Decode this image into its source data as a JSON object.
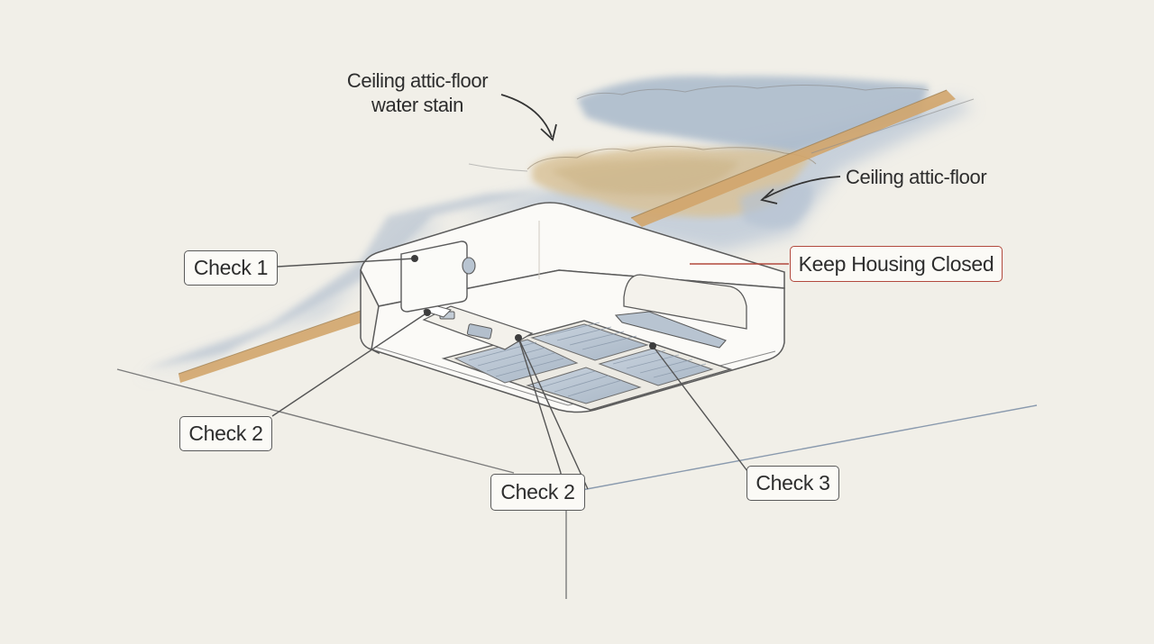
{
  "annotations": {
    "stain_label_line1": "Ceiling attic-floor",
    "stain_label_line2": "water stain",
    "floor_label": "Ceiling attic-floor",
    "warning_label": "Keep Housing Closed",
    "check1_label": "Check 1",
    "check2_left_label": "Check 2",
    "check2_center_label": "Check 2",
    "check3_label": "Check 3"
  },
  "colors": {
    "background": "#f1efe8",
    "ceiling_shadow": "#b9c6d6",
    "water_stain": "#d9c39a",
    "joist": "#d2a56c",
    "housing": "#fbfaf7",
    "outline": "#5b5b5b",
    "warning_border": "#b2493d"
  }
}
